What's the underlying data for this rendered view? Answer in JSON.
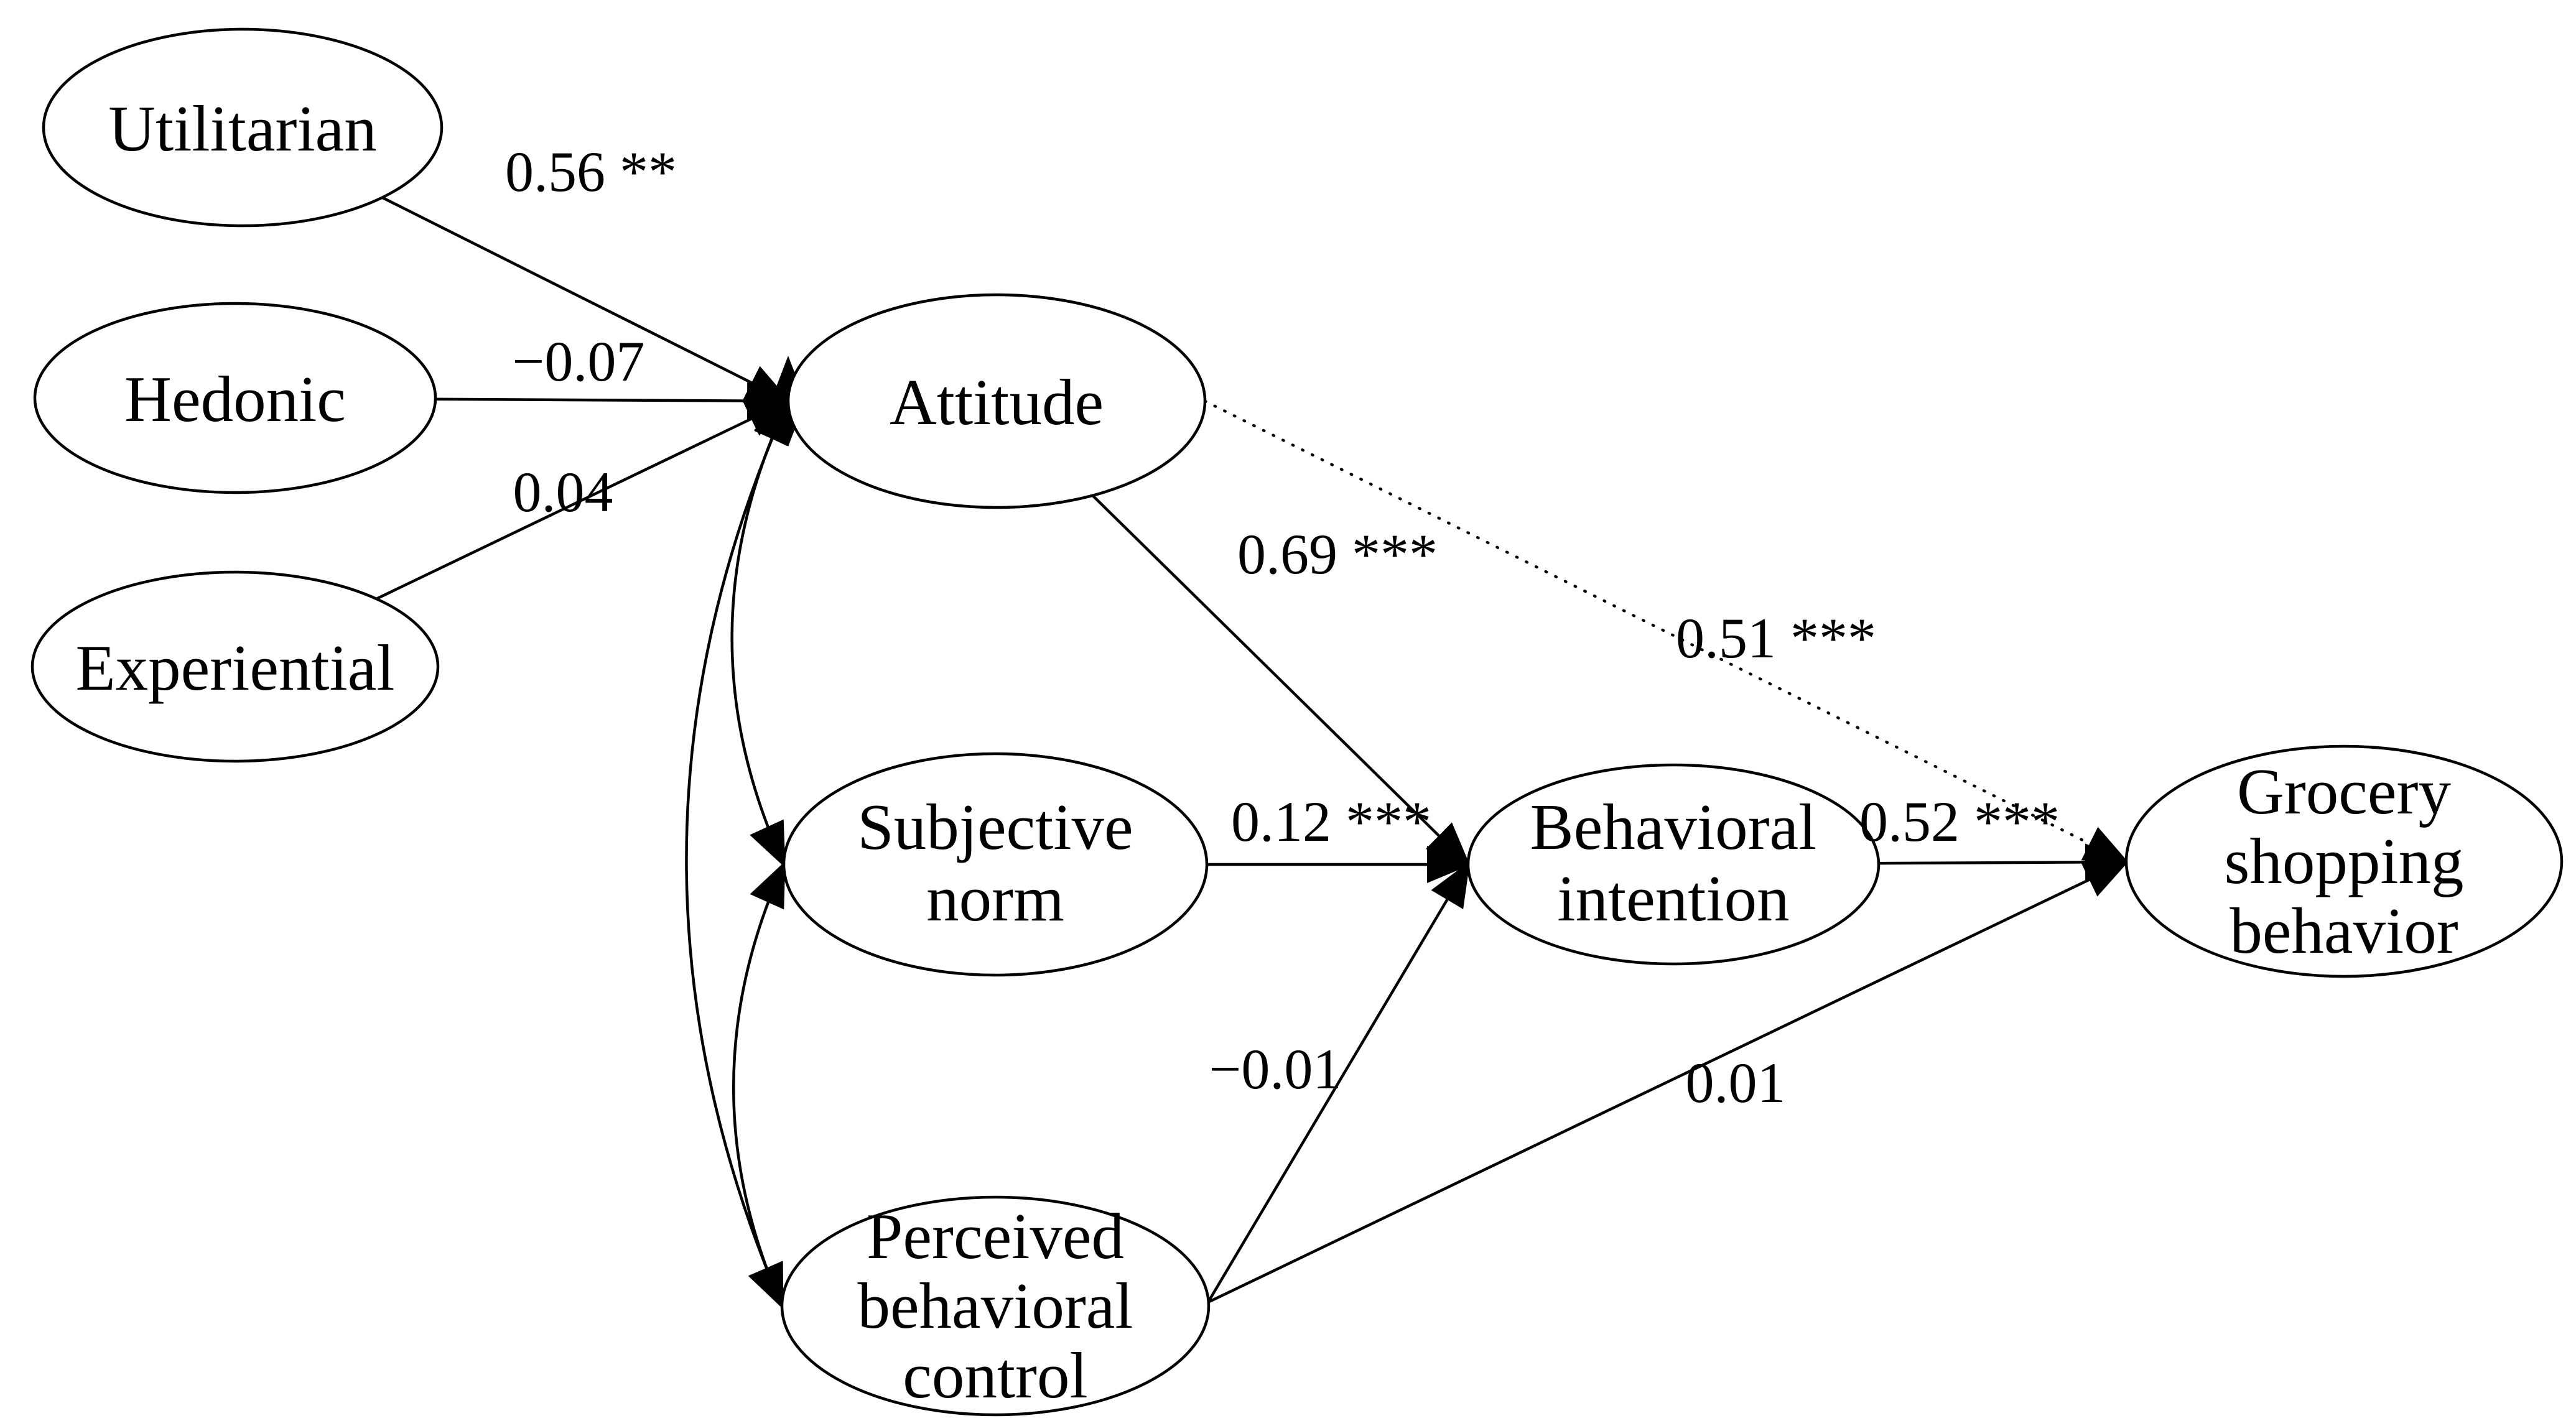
{
  "figure": {
    "type": "structural-equation-path-diagram",
    "background_color": "#ffffff",
    "node_fill_color": "#ffffff",
    "line_color": "#000000",
    "text_color": "#000000",
    "nodes": {
      "utilitarian": {
        "label": "Utilitarian"
      },
      "hedonic": {
        "label": "Hedonic"
      },
      "experiential": {
        "label": "Experiential"
      },
      "attitude": {
        "label": "Attitude"
      },
      "subjective_norm": {
        "line1": "Subjective",
        "line2": "norm"
      },
      "perceived_behavioral_control": {
        "line1": "Perceived",
        "line2": "behavioral",
        "line3": "control"
      },
      "behavioral_intention": {
        "line1": "Behavioral",
        "line2": "intention"
      },
      "grocery_shopping_behavior": {
        "line1": "Grocery",
        "line2": "shopping",
        "line3": "behavior"
      }
    },
    "edges": {
      "utilitarian_to_attitude": {
        "from": "Utilitarian",
        "to": "Attitude",
        "coef": "0.56 **",
        "style": "solid"
      },
      "hedonic_to_attitude": {
        "from": "Hedonic",
        "to": "Attitude",
        "coef": "−0.07",
        "style": "solid"
      },
      "experiential_to_attitude": {
        "from": "Experiential",
        "to": "Attitude",
        "coef": "0.04",
        "style": "solid"
      },
      "attitude_to_intention": {
        "from": "Attitude",
        "to": "Behavioral intention",
        "coef": "0.69 ***",
        "style": "solid"
      },
      "attitude_to_behavior": {
        "from": "Attitude",
        "to": "Grocery shopping behavior",
        "coef": "0.51 ***",
        "style": "dotted"
      },
      "subjective_norm_to_intention": {
        "from": "Subjective norm",
        "to": "Behavioral intention",
        "coef": "0.12 ***",
        "style": "solid"
      },
      "pbc_to_intention": {
        "from": "Perceived behavioral control",
        "to": "Behavioral intention",
        "coef": "−0.01",
        "style": "solid"
      },
      "intention_to_behavior": {
        "from": "Behavioral intention",
        "to": "Grocery shopping behavior",
        "coef": "0.52 ***",
        "style": "solid"
      },
      "pbc_to_behavior": {
        "from": "Perceived behavioral control",
        "to": "Grocery shopping behavior",
        "coef": "0.01",
        "style": "solid"
      }
    },
    "covariances": [
      {
        "between": [
          "Attitude",
          "Subjective norm"
        ]
      },
      {
        "between": [
          "Attitude",
          "Perceived behavioral control"
        ]
      },
      {
        "between": [
          "Subjective norm",
          "Perceived behavioral control"
        ]
      }
    ]
  }
}
